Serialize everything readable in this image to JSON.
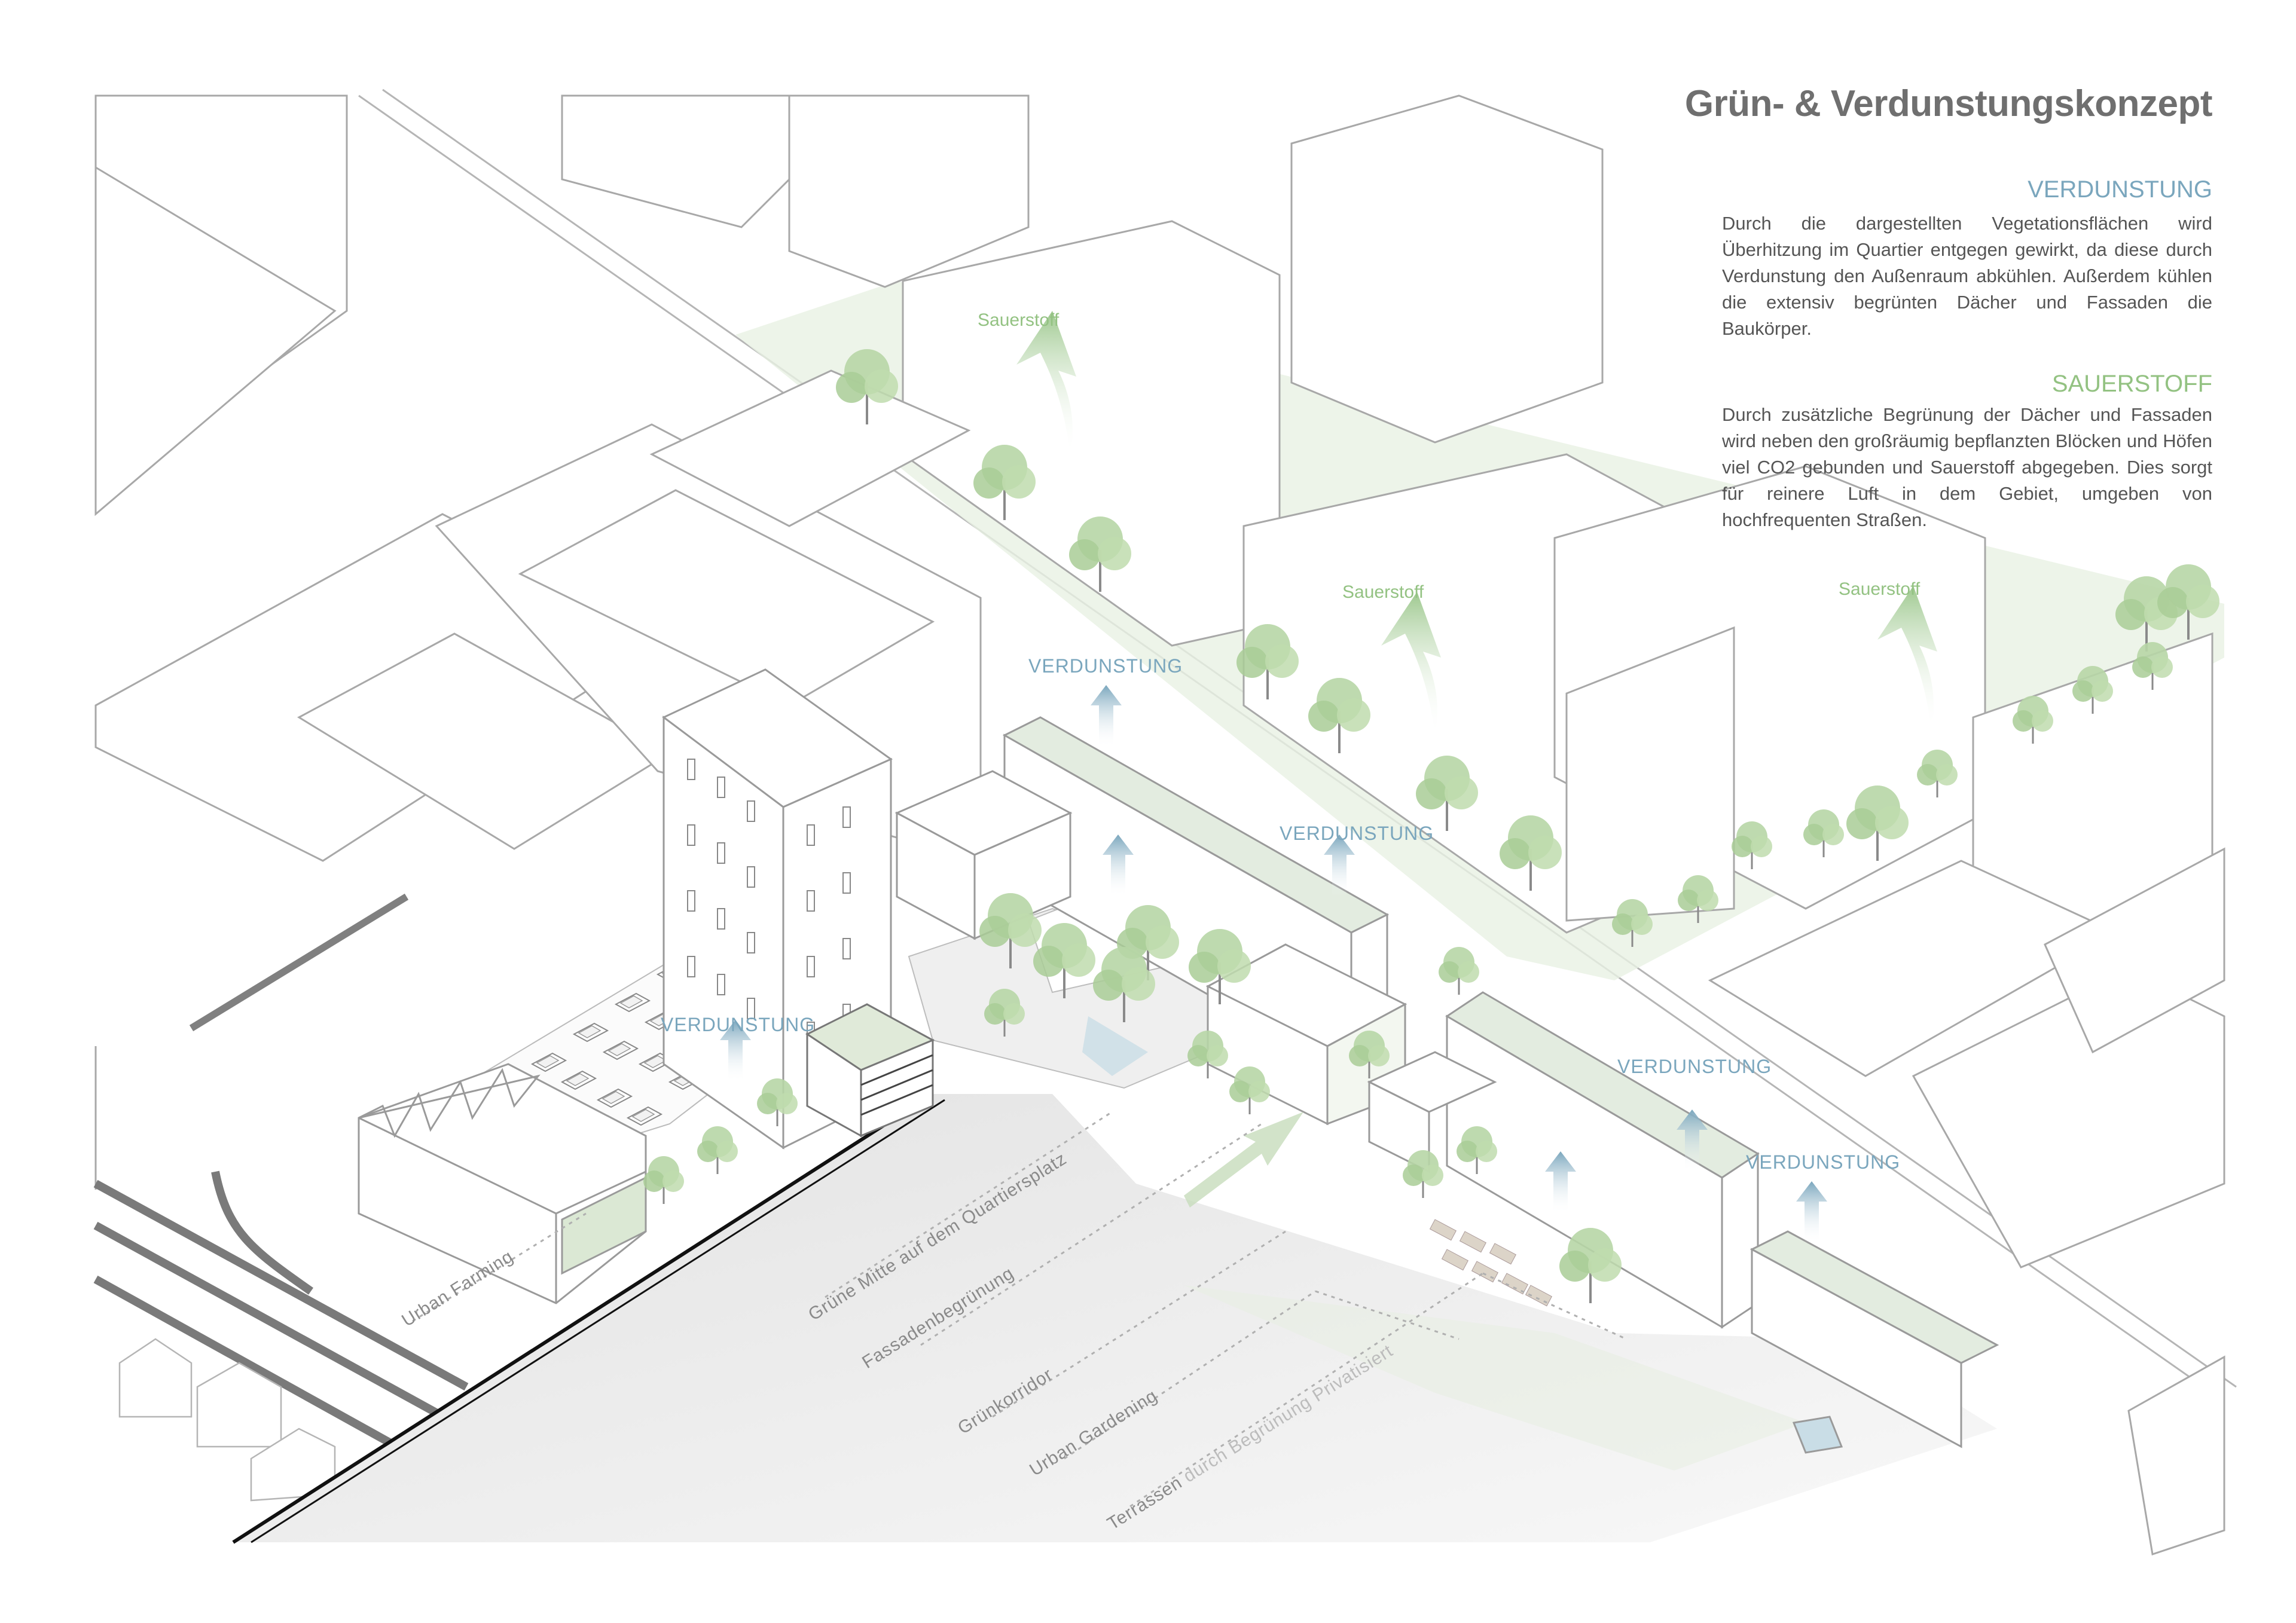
{
  "title": "Grün- & Verdunstungskonzept",
  "sections": [
    {
      "heading": "VERDUNSTUNG",
      "text": "Durch die dargestellten Vegetationsflächen wird Überhitzung im Quartier entgegen gewirkt, da diese durch Verdunstung den Außenraum abkühlen. Außerdem kühlen die extensiv begrünten Dächer und Fassaden die Baukörper."
    },
    {
      "heading": "SAUERSTOFF",
      "text": "Durch zusätzliche Begrünung der Dächer und Fassaden wird neben den großräumig bepflanzten Blöcken und Höfen viel CO2 gebunden und Sauerstoff abgegeben. Dies sorgt für reinere Luft in dem Gebiet, umgeben von hochfrequenten Straßen."
    }
  ],
  "diagram_labels": {
    "verdunstung": "VERDUNSTUNG",
    "sauerstoff": "Sauerstoff"
  },
  "legend_labels": {
    "urban_farming": "Urban Farming",
    "gruene_mitte": "Grüne Mitte auf dem Quartiersplatz",
    "fassaden": "Fassadenbegrünung",
    "gruenkorridor": "Grünkorridor",
    "urban_gardening": "Urban Gardening",
    "terrassen_main": "Terrassen",
    "terrassen_muted": " durch Begrünung Privatisiert"
  },
  "colors": {
    "heading_blue": "#7aa6bd",
    "heading_green": "#93c282",
    "title_gray": "#6f6f6f",
    "tree_green": "#b7d6a6",
    "roof_green": "#e3ece0",
    "line_gray": "#9a9a9a"
  }
}
